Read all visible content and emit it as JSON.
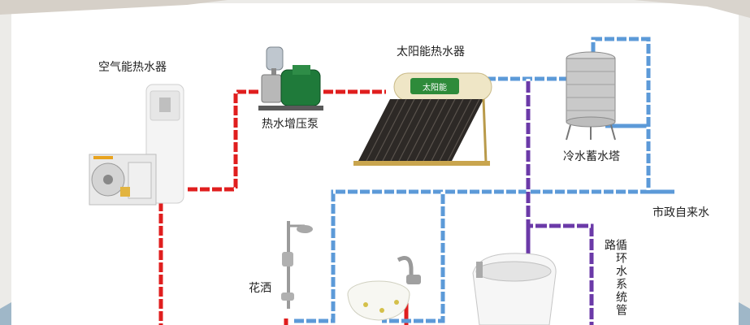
{
  "labels": {
    "air_heater": "空气能热水器",
    "pump": "热水增压泵",
    "solar": "太阳能热水器",
    "tower": "冷水蓄水塔",
    "city_water": "市政自来水",
    "shower": "花洒",
    "circulation": "循环水系统管路"
  },
  "brand_text": "太阳能",
  "colors": {
    "hot_pipe": "#e01e1e",
    "cold_pipe": "#5c9ad8",
    "circ_pipe": "#6b3aa8"
  }
}
